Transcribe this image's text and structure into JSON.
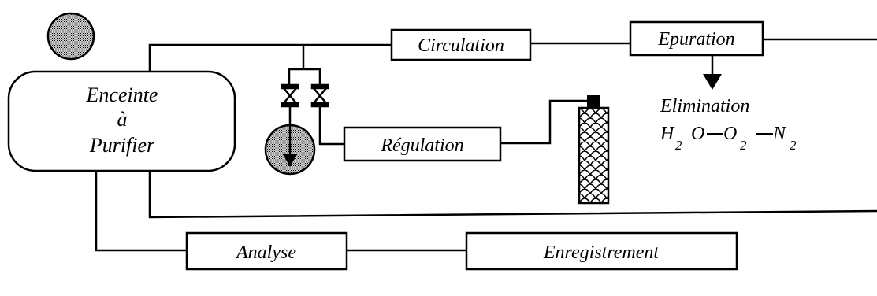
{
  "enclosure": {
    "line1": "Enceinte",
    "line2": "à",
    "line3": "Purifier"
  },
  "blocks": {
    "circulation": "Circulation",
    "epuration": "Epuration",
    "regulation": "Régulation",
    "analyse": "Analyse",
    "enregistrement": "Enregistrement"
  },
  "elimination": {
    "title": "Elimination",
    "h": "H",
    "h_sub": "2",
    "o": "O",
    "o2": "O",
    "o2_sub": "2",
    "n2": "N",
    "n2_sub": "2"
  }
}
